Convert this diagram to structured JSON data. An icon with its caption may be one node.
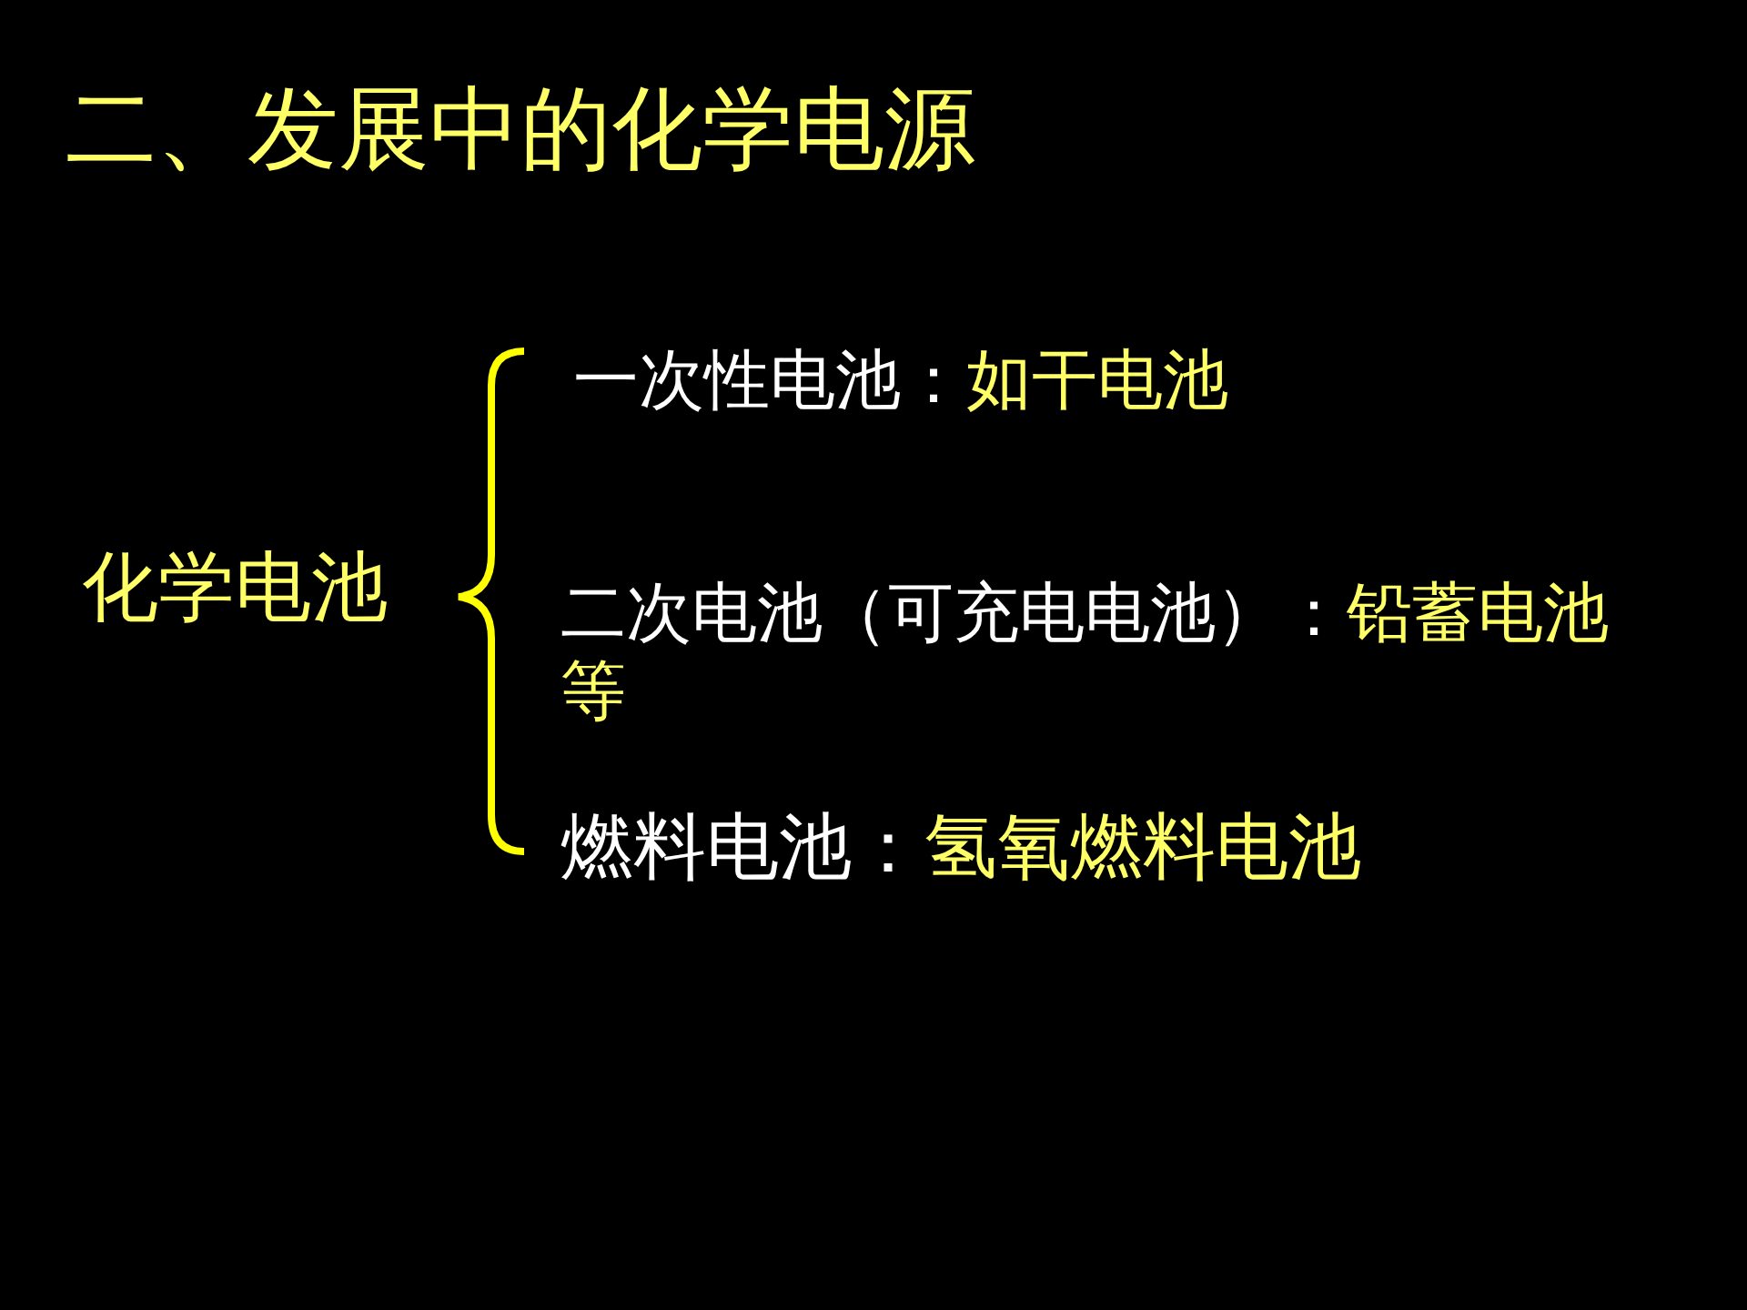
{
  "diagram": {
    "title": "二、发展中的化学电源",
    "nodes": [
      {
        "text": [
          "化学电池"
        ]
      },
      {
        "text": [
          "一次性电池：",
          "如干电池"
        ]
      },
      {
        "text": [
          "二次电池（可充电电池）：",
          "铅蓄电池等"
        ]
      },
      {
        "text": [
          "燃料电池：",
          "氢氧燃料电池"
        ]
      }
    ]
  }
}
